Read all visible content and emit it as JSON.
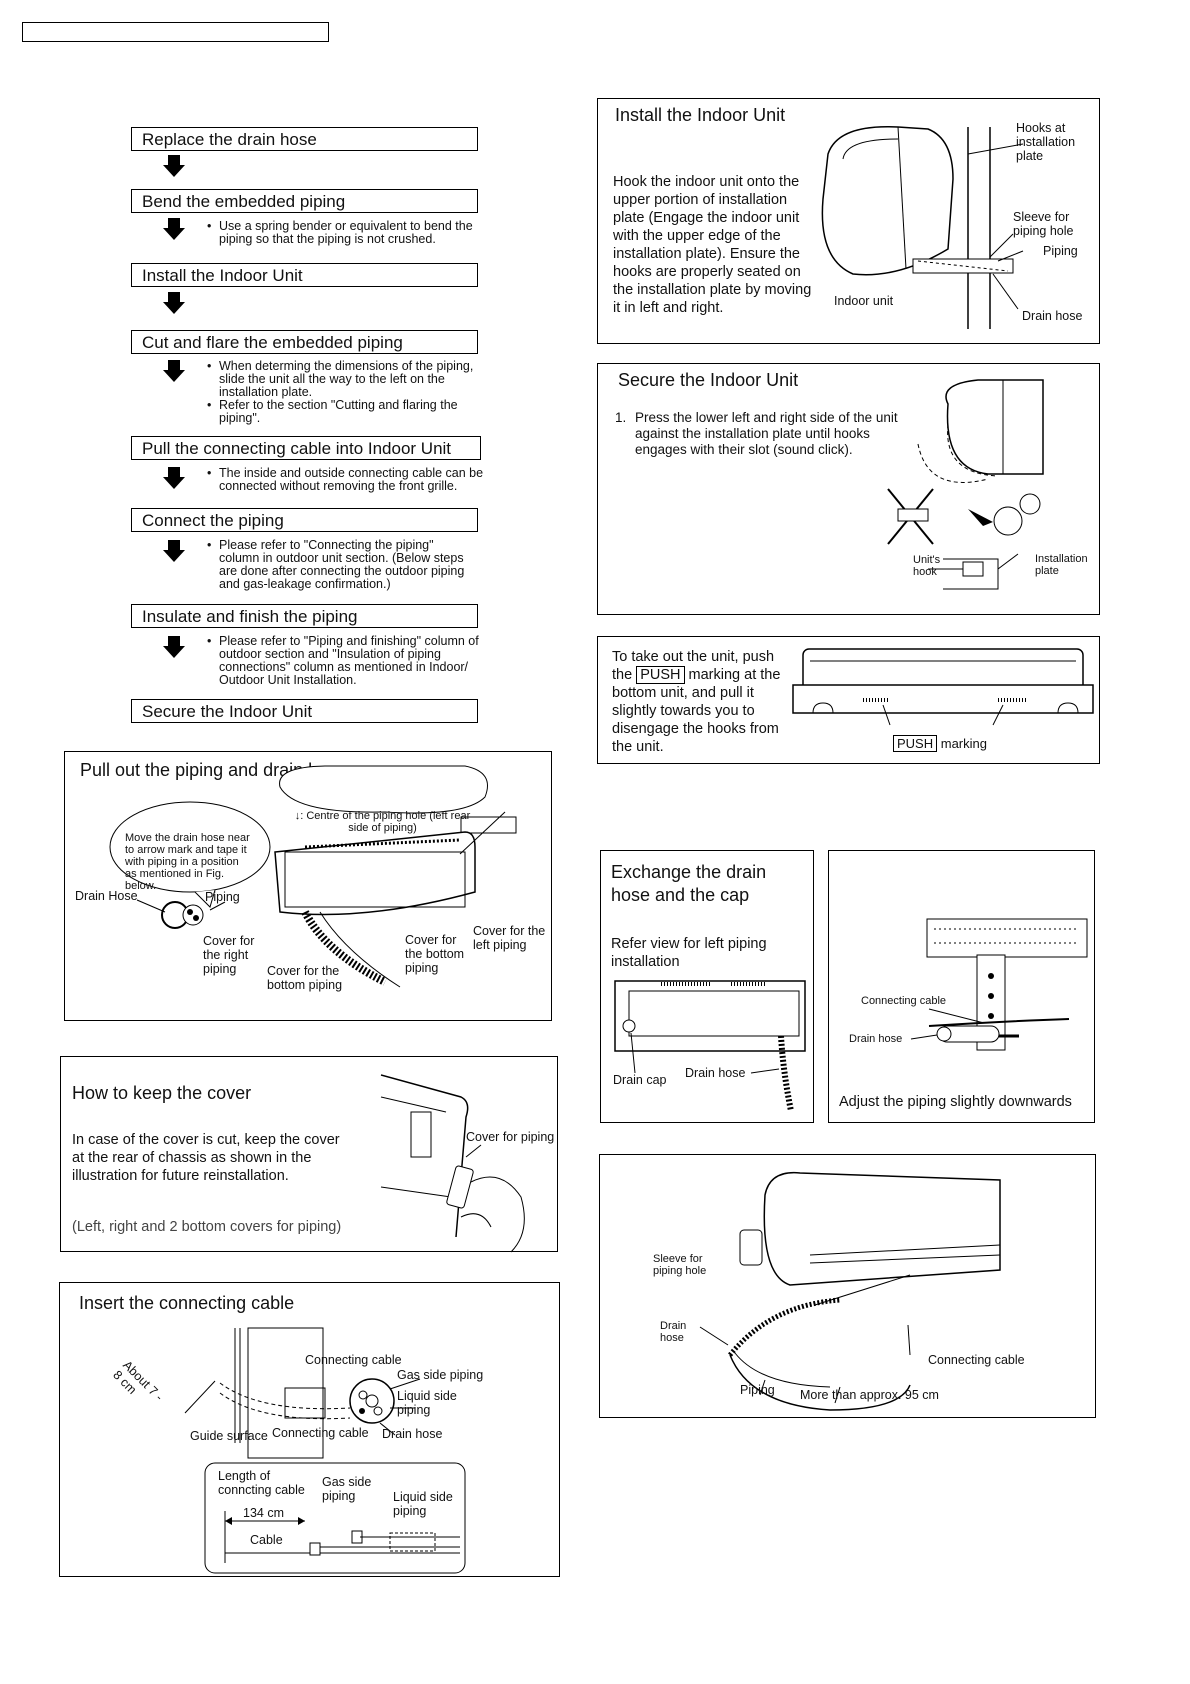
{
  "flow": {
    "steps": [
      "Replace the drain hose",
      "Bend the embedded piping",
      "Install the Indoor Unit",
      "Cut and flare the embedded piping",
      "Pull the connecting cable into Indoor Unit",
      "Connect the piping",
      "Insulate and finish the piping",
      "Secure the Indoor Unit"
    ],
    "notes": {
      "bend": [
        "Use a spring bender or equivalent to bend the piping so that the piping is not crushed."
      ],
      "cut": [
        "When determing the dimensions of the piping, slide the unit all the way to the left on the installation plate.",
        "Refer to the section \"Cutting and flaring the piping\"."
      ],
      "pull": [
        "The inside and outside connecting cable can be connected without removing the front grille."
      ],
      "connect": [
        "Please refer to \"Connecting the piping\" column in outdoor unit section. (Below steps are done after connecting the outdoor piping and gas-leakage confirmation.)"
      ],
      "insulate": [
        "Please refer to \"Piping and finishing\" column of outdoor section and \"Insulation of piping connections\" column as mentioned in Indoor/ Outdoor Unit Installation."
      ]
    }
  },
  "install_panel": {
    "title": "Install the Indoor Unit",
    "text": "Hook the indoor unit onto the upper portion of installation plate (Engage the indoor unit with the upper edge of the installation plate). Ensure the hooks are properly seated on the installation plate by moving it in left and right.",
    "labels": {
      "hooks": "Hooks at installation plate",
      "sleeve": "Sleeve for piping hole",
      "piping": "Piping",
      "indoor": "Indoor unit",
      "drain": "Drain hose"
    }
  },
  "secure_panel": {
    "title": "Secure the Indoor Unit",
    "item_num": "1.",
    "item": "Press the lower left and right side of the unit against the installation plate until hooks engages with their slot (sound click).",
    "labels": {
      "hook": "Unit's hook",
      "plate": "Installation plate"
    }
  },
  "takeout_panel": {
    "text_a": "To take out the unit, push the",
    "push": "PUSH",
    "text_b": "marking at the bottom unit, and pull it slightly towards you to disengage the hooks from the unit.",
    "marking_push": "PUSH",
    "marking_label": "marking"
  },
  "pullout_panel": {
    "title": "Pull out the piping and drain hose",
    "bubble": "Move the drain hose near to arrow mark and tape it with piping in a position as mentioned in Fig. below.",
    "centre": "↓: Centre of the piping hole (left rear side of piping)",
    "labels": {
      "drain": "Drain Hose",
      "piping": "Piping",
      "right": "Cover for the right piping",
      "bottom_piping": "Cover for the bottom piping",
      "bottom": "Cover for the bottom piping",
      "left": "Cover for the left piping"
    }
  },
  "exchange_panel": {
    "title": "Exchange the drain hose and the cap",
    "text": "Refer view for left piping installation",
    "labels": {
      "cap": "Drain cap",
      "hose": "Drain hose"
    }
  },
  "adjust_panel": {
    "labels": {
      "cable": "Connecting cable",
      "hose": "Drain hose"
    },
    "caption": "Adjust the piping slightly downwards"
  },
  "keepcover_panel": {
    "title": "How to keep the cover",
    "text": "In case of the cover is cut, keep the cover at the rear of chassis as shown in the illustration for future reinstallation.",
    "note": "(Left, right and 2 bottom covers for piping)",
    "label": "Cover for piping"
  },
  "sleeve_panel": {
    "labels": {
      "sleeve": "Sleeve for piping hole",
      "drain": "Drain hose",
      "cable": "Connecting cable",
      "piping": "Piping",
      "length": "More than approx. 95 cm"
    }
  },
  "cable_panel": {
    "title": "Insert the connecting cable",
    "about": "About 7 - 8 cm",
    "labels": {
      "cable_top": "Connecting cable",
      "gas": "Gas side piping",
      "liquid": "Liquid side piping",
      "guide": "Guide surface",
      "cable_bottom": "Connecting cable",
      "drain": "Drain hose"
    },
    "inset": {
      "length": "Length of conncting cable",
      "dim": "134 cm",
      "cable": "Cable",
      "gas": "Gas side piping",
      "liquid": "Liquid side piping"
    }
  }
}
